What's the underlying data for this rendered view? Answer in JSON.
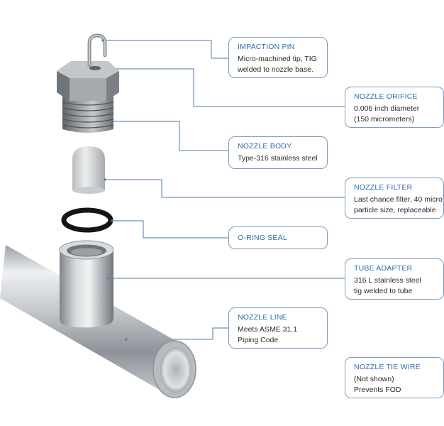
{
  "callouts": [
    {
      "id": "impaction-pin",
      "title": "IMPACTION PIN",
      "lines": [
        "Micro-machined tip, TIG",
        "welded to nozzle base."
      ]
    },
    {
      "id": "nozzle-orifice",
      "title": "NOZZLE ORIFICE",
      "lines": [
        "0.006 inch diameter",
        "(150 micrometers)"
      ]
    },
    {
      "id": "nozzle-body",
      "title": "NOZZLE BODY",
      "lines": [
        "Type-316 stainless steel"
      ]
    },
    {
      "id": "nozzle-filter",
      "title": "NOZZLE FILTER",
      "lines": [
        "Last chance filter, 40 micro",
        "particle size, replaceable"
      ]
    },
    {
      "id": "o-ring-seal",
      "title": "O-RING SEAL",
      "lines": []
    },
    {
      "id": "tube-adapter",
      "title": "TUBE ADAPTER",
      "lines": [
        "316 L stainless steel",
        "tig welded to tube"
      ]
    },
    {
      "id": "nozzle-line",
      "title": "NOZZLE LINE",
      "lines": [
        "Meets ASME 31.1",
        "Piping Code"
      ]
    },
    {
      "id": "nozzle-tie-wire",
      "title": "NOZZLE TIE WIRE",
      "lines": [
        "(Not shown)",
        "Prevents FOD"
      ]
    }
  ],
  "colors": {
    "leader": "#4f79a8",
    "box_border": "#7c9bbd",
    "title": "#2e6aa8",
    "text": "#2a2a2a",
    "steel_dark": "#6e7378",
    "steel_light": "#e9ebed"
  }
}
